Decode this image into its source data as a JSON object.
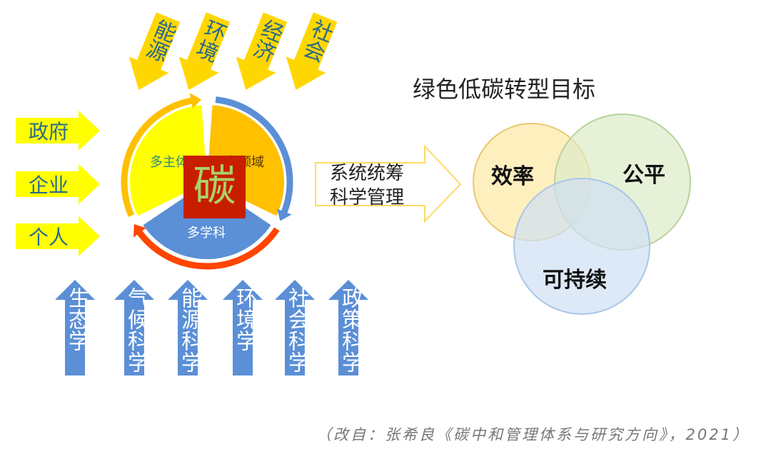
{
  "top_arrows": [
    {
      "label": "能源"
    },
    {
      "label": "环境"
    },
    {
      "label": "经济"
    },
    {
      "label": "社会"
    }
  ],
  "left_arrows": [
    {
      "label": "政府"
    },
    {
      "label": "企业"
    },
    {
      "label": "个人"
    }
  ],
  "bottom_arrows": [
    {
      "label": "生态学"
    },
    {
      "label": "气候科学"
    },
    {
      "label": "能源科学"
    },
    {
      "label": "环境学"
    },
    {
      "label": "社会科学"
    },
    {
      "label": "政策科学"
    }
  ],
  "wheel": {
    "multi_actor": "多主体",
    "multi_domain": "多领域",
    "multi_discipline": "多学科",
    "center": "碳"
  },
  "process": {
    "line1": "系统统筹",
    "line2": "科学管理"
  },
  "goals": {
    "title": "绿色低碳转型目标",
    "efficiency": "效率",
    "equity": "公平",
    "sustainable": "可持续"
  },
  "citation": "（改自：张希良《碳中和管理体系与研究方向》，2021）",
  "colors": {
    "yellow": "#ffd700",
    "bright_yellow": "#ffff00",
    "orange": "#ffc000",
    "blue": "#5b8fd6",
    "red": "#ff4500",
    "carbon_bg": "#c81e00",
    "carbon_text": "#a8d26a"
  }
}
